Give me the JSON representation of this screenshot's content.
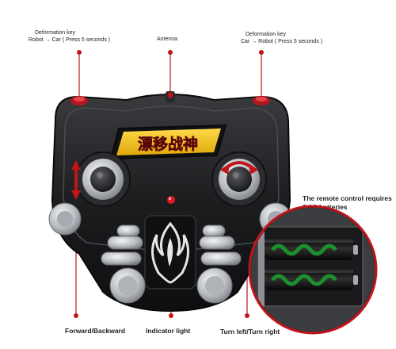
{
  "callouts": {
    "deform_left": {
      "title": "Deformation key",
      "detail": "Robot → Car ( Press 5 seconds )"
    },
    "antenna": {
      "title": "Antenna"
    },
    "deform_right": {
      "title": "Deformation key",
      "detail": "Car → Robot ( Press 5 seconds )"
    },
    "batteries": {
      "line1": "The remote control requires",
      "line2": "2 AA batteries"
    },
    "forward_backward": {
      "title": "Forward/Backward"
    },
    "indicator": {
      "title": "Indicator light"
    },
    "turn": {
      "title": "Turn left/Turn right"
    }
  },
  "product": {
    "badge_text": "漂移战神"
  },
  "colors": {
    "callout_red": "#c0151b",
    "body_black": "#1d1d1f",
    "badge_yellow": "#f4c21a",
    "silver": "#c9ccd0",
    "battery_green": "#1c8f2e"
  }
}
